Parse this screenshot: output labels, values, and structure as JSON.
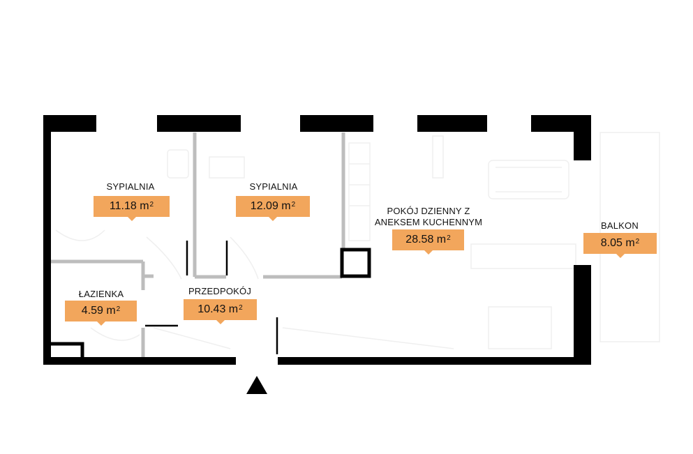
{
  "rooms": [
    {
      "id": "bedroom-1",
      "name": "SYPIALNIA",
      "area": "11.18",
      "unit": "m",
      "unit_exp": "2"
    },
    {
      "id": "bedroom-2",
      "name": "SYPIALNIA",
      "area": "12.09",
      "unit": "m",
      "unit_exp": "2"
    },
    {
      "id": "living-room",
      "name": "POKÓJ DZIENNY Z ANEKSEM KUCHENNYM",
      "area": "28.58",
      "unit": "m",
      "unit_exp": "2"
    },
    {
      "id": "balcony",
      "name": "BALKON",
      "area": "8.05",
      "unit": "m",
      "unit_exp": "2"
    },
    {
      "id": "bathroom",
      "name": "ŁAZIENKA",
      "area": "4.59",
      "unit": "m",
      "unit_exp": "2"
    },
    {
      "id": "hallway",
      "name": "PRZEDPOKÓJ",
      "area": "10.43",
      "unit": "m",
      "unit_exp": "2"
    }
  ],
  "colors": {
    "badge": "#f2a65c",
    "wall": "#000000",
    "partition": "#bdbdbd",
    "furniture": "#eeeeee"
  },
  "icons": {
    "entrance": "triangle-up-icon"
  }
}
